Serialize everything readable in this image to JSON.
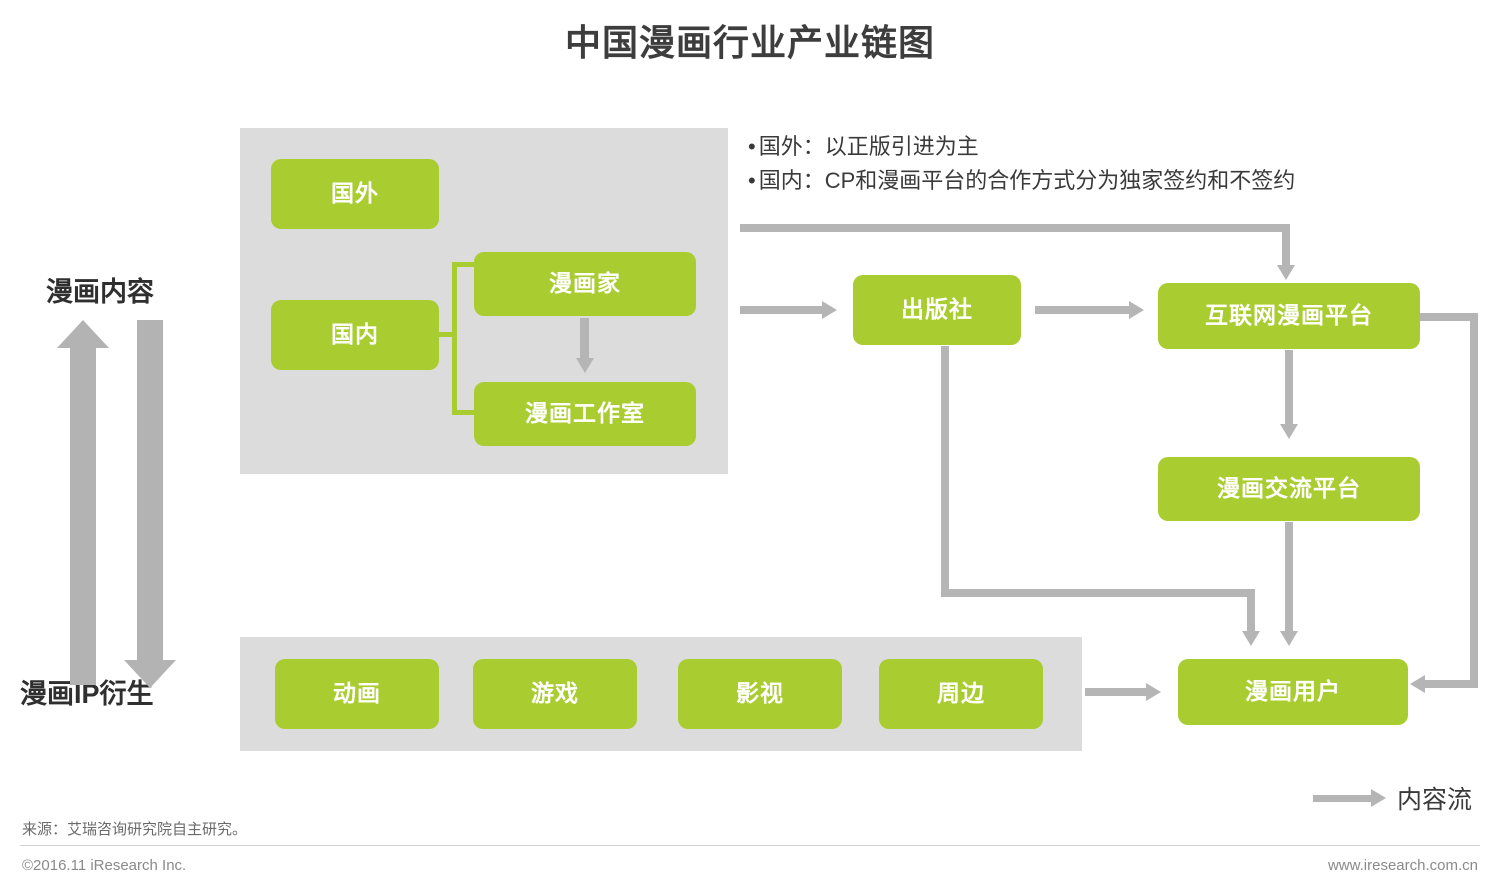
{
  "title": "中国漫画行业产业链图",
  "axis": {
    "top_label": "漫画内容",
    "bottom_label": "漫画IP衍生"
  },
  "notes": [
    "国外：以正版引进为主",
    "国内：CP和漫画平台的合作方式分为独家签约和不签约"
  ],
  "content_panel": {
    "boxes": {
      "overseas": "国外",
      "domestic": "国内",
      "cartoonist": "漫画家",
      "studio": "漫画工作室"
    }
  },
  "chain": {
    "publisher": "出版社",
    "internet_platform": "互联网漫画平台",
    "exchange_platform": "漫画交流平台",
    "users": "漫画用户"
  },
  "ip_panel": {
    "boxes": [
      "动画",
      "游戏",
      "影视",
      "周边"
    ]
  },
  "legend": {
    "label": "内容流"
  },
  "footer": {
    "source": "来源：艾瑞咨询研究院自主研究。",
    "copyright": "©2016.11 iResearch Inc.",
    "website": "www.iresearch.com.cn"
  },
  "colors": {
    "green": "#a9cd30",
    "panel_gray": "#dcdcdc",
    "arrow_gray": "#b5b5b5",
    "big_arrow_gray": "#b3b3b3",
    "text_dark": "#3a3a3a"
  }
}
